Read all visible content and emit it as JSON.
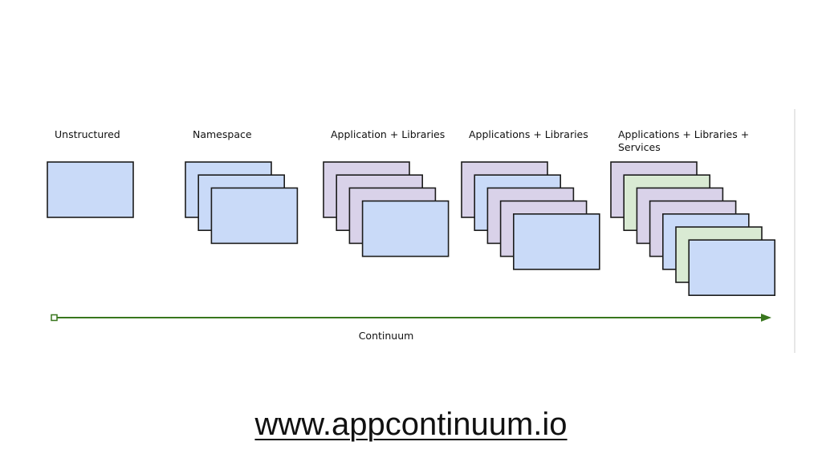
{
  "diagram": {
    "columns": [
      {
        "title_lines": [
          "Unstructured"
        ],
        "stack": [
          "blue"
        ]
      },
      {
        "title_lines": [
          "Namespace"
        ],
        "stack": [
          "blue",
          "blue",
          "blue"
        ]
      },
      {
        "title_lines": [
          "Application + Libraries"
        ],
        "stack": [
          "purple",
          "purple",
          "purple",
          "blue"
        ]
      },
      {
        "title_lines": [
          "Applications + Libraries"
        ],
        "stack": [
          "purple",
          "blue",
          "purple",
          "purple",
          "blue"
        ]
      },
      {
        "title_lines": [
          "Applications + Libraries +",
          "Services"
        ],
        "stack": [
          "purple",
          "green",
          "purple",
          "purple",
          "blue",
          "green",
          "blue"
        ]
      }
    ],
    "axis_label": "Continuum",
    "colors": {
      "blue": "#c9daf8",
      "purple": "#d9d2e9",
      "green": "#d9ead3",
      "axis": "#38761d"
    }
  },
  "footer": {
    "url_text": "www.appcontinuum.io"
  }
}
